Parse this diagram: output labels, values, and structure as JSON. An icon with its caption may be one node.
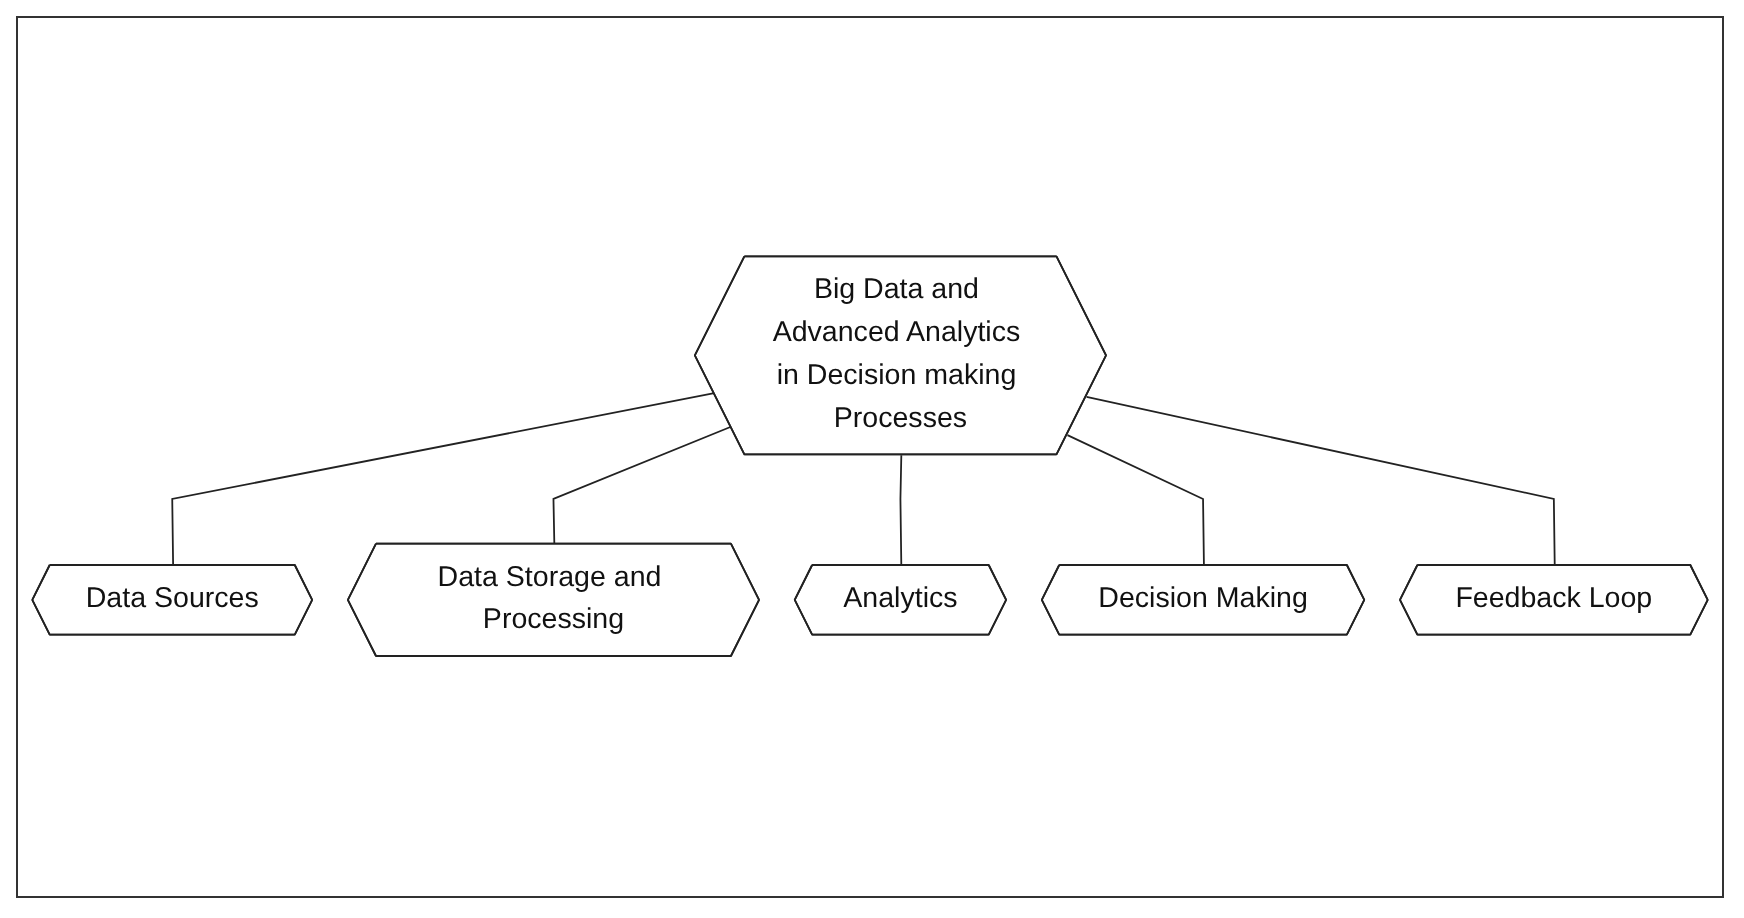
{
  "diagram": {
    "nodes": [
      {
        "text": [
          "Big Data and Advanced Analytics in Decision making Processes"
        ]
      },
      {
        "text": [
          "Data Sources"
        ]
      },
      {
        "text": [
          "Data Storage and Processing"
        ]
      },
      {
        "text": [
          "Analytics"
        ]
      },
      {
        "text": [
          "Decision Making"
        ]
      },
      {
        "text": [
          "Feedback Loop"
        ]
      }
    ],
    "edges": [
      {
        "from": 0,
        "to": 1,
        "arrow": "none"
      },
      {
        "from": 0,
        "to": 2,
        "arrow": "none"
      },
      {
        "from": 0,
        "to": 3,
        "arrow": "none"
      },
      {
        "from": 0,
        "to": 4,
        "arrow": "none"
      },
      {
        "from": 0,
        "to": 5,
        "arrow": "none"
      }
    ]
  }
}
